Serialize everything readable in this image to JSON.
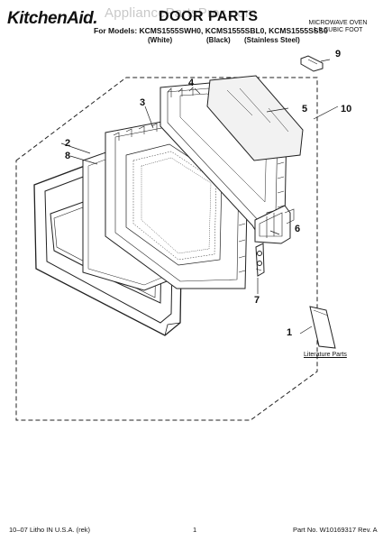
{
  "header": {
    "brand": "KitchenAid.",
    "title": "DOOR PARTS",
    "watermark": "AppliancePartsPros.com",
    "models_line": "For Models: KCMS1555SWH0, KCMS1555SBL0, KCMS1555SSS0",
    "variants": [
      "(White)",
      "(Black)",
      "(Stainless Steel)"
    ],
    "product_lines": [
      "MICROWAVE OVEN",
      "1.5 CUBIC FOOT"
    ]
  },
  "callouts": [
    "1",
    "2",
    "3",
    "4",
    "5",
    "6",
    "7",
    "8",
    "9",
    "10"
  ],
  "literature_label": "Literature Parts",
  "footer": {
    "left": "10–07 Litho IN U.S.A. (rek)",
    "page": "1",
    "right": "Part No. W10169317 Rev. A"
  }
}
